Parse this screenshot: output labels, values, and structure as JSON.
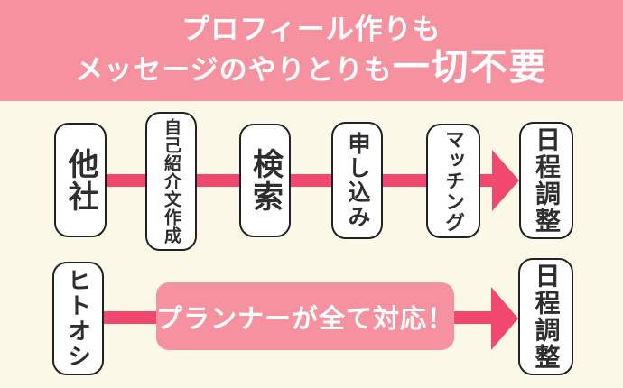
{
  "title": {
    "line1": "プロフィール作りも",
    "line2_normal": "メッセージのやりとりも",
    "line2_emphasis": "一切不要"
  },
  "flow_other": {
    "company_label": "他社",
    "steps": [
      "自己紹介文作成",
      "検索",
      "申し込み",
      "マッチング"
    ],
    "final_step": "日程調整"
  },
  "flow_hitooshi": {
    "company_label": "ヒトオシ",
    "planner_banner": "プランナーが全て対応！",
    "final_step": "日程調整"
  },
  "colors": {
    "background": "#fcf8e7",
    "header_background": "#f6919f",
    "header_text": "#ffffff",
    "flow_accent": "#f0486f",
    "pill_background": "#f6929f",
    "box_background": "#ffffff",
    "box_border": "#222222",
    "box_text": "#2e2e2e"
  }
}
